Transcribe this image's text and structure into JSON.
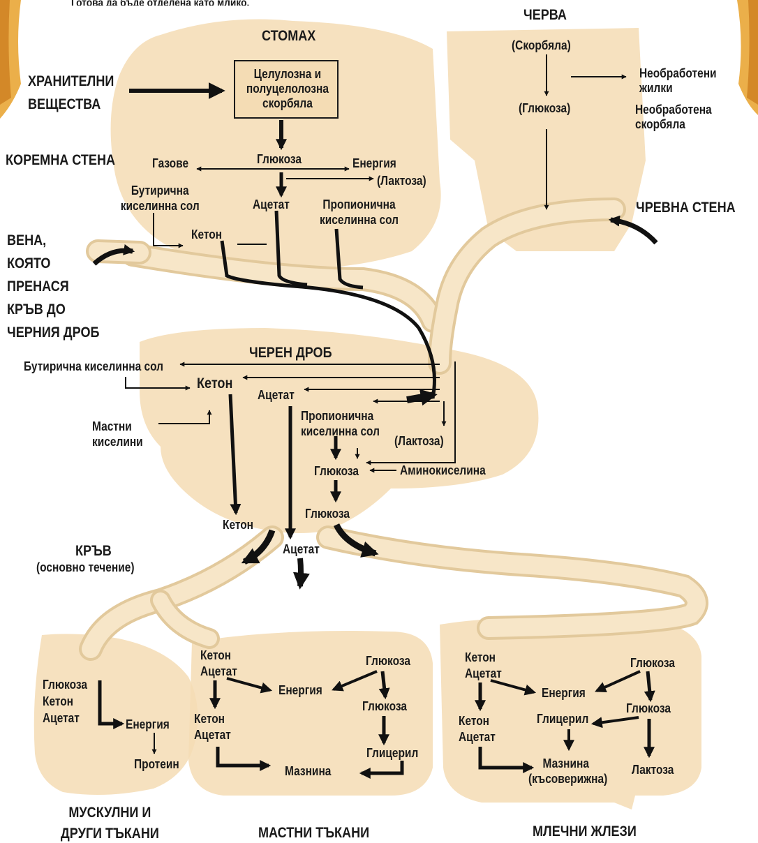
{
  "top_caption": "Готова да бъде отделена като млико.",
  "regions": {
    "stomach": "СТОМАХ",
    "intestine": "ЧЕРВА",
    "liver": "ЧЕРЕН ДРОБ",
    "blood": "КРЪВ",
    "blood_sub": "(основно течение)",
    "abdominal_wall": "КОРЕМНА СТЕНА",
    "intestinal_wall": "ЧРЕВНА СТЕНА",
    "portal_vein": [
      "ВЕНА,",
      "КОЯТО",
      "ПРЕНАСЯ",
      "КРЪВ ДО",
      "ЧЕРНИЯ ДРОБ"
    ],
    "muscle": [
      "МУСКУЛНИ И",
      "ДРУГИ ТЪКАНИ"
    ],
    "adipose": "МАСТНИ ТЪКАНИ",
    "mammary": "МЛЕЧНИ ЖЛЕЗИ"
  },
  "stomach": {
    "feed": [
      "ХРАНИТЕЛНИ",
      "ВЕЩЕСТВА"
    ],
    "box": [
      "Целулозна и",
      "полуцелолозна",
      "скорбяла"
    ],
    "glucose": "Глюкоза",
    "gases": "Газове",
    "energy": "Енергия",
    "lactose": "(Лактоза)",
    "butyrate": [
      "Бутирична",
      "киселинна сол"
    ],
    "acetate": "Ацетат",
    "propionate": [
      "Пропионична",
      "киселинна сол"
    ],
    "ketone": "Кетон"
  },
  "intestine": {
    "starch": "(Скорбяла)",
    "glucose": "(Глюкоза)",
    "unprocessed_fibers": [
      "Необработени",
      "жилки"
    ],
    "unprocessed_starch": [
      "Необработена",
      "скорбяла"
    ]
  },
  "liver": {
    "butyrate": "Бутирична киселинна сол",
    "ketone": "Кетон",
    "acetate": "Ацетат",
    "fatty_acids": [
      "Мастни",
      "киселини"
    ],
    "propionate": [
      "Пропионична",
      "киселинна сол"
    ],
    "lactose": "(Лактоза)",
    "glucose": "Глюкоза",
    "amino_acid": "Аминокиселина",
    "glucose_out": "Глюкоза"
  },
  "blood": {
    "ketone": "Кетон",
    "acetate": "Ацетат"
  },
  "muscle": {
    "inputs": [
      "Глюкоза",
      "Кетон",
      "Ацетат"
    ],
    "energy": "Енергия",
    "protein": "Протеин"
  },
  "adipose": {
    "inputs": [
      "Кетон",
      "Ацетат"
    ],
    "glucose": "Глюкоза",
    "energy": "Енергия",
    "glucose2": "Глюкоза",
    "inputs2": [
      "Кетон",
      "Ацетат"
    ],
    "glycerol": "Глицерил",
    "fat": "Мазнина"
  },
  "mammary": {
    "inputs": [
      "Кетон",
      "Ацетат"
    ],
    "glucose": "Глюкоза",
    "energy": "Енергия",
    "glucose2": "Глюкоза",
    "glycerol": "Глицерил",
    "inputs2": [
      "Кетон",
      "Ацетат"
    ],
    "fat": [
      "Мазнина",
      "(късоверижна)"
    ],
    "lactose": "Лактоза"
  },
  "colors": {
    "organ_fill": "#f4dcb4",
    "vessel_fill": "#f7e6c8",
    "vessel_stroke": "#e2c99c",
    "arrow": "#111111",
    "corner_accent": "#e8a12a"
  }
}
